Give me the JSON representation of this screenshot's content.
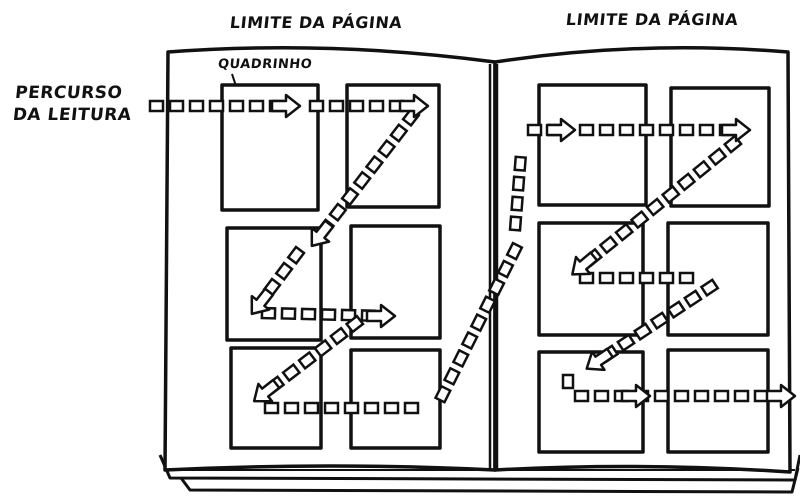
{
  "labels": {
    "page_limit_left": "LIMITE DA PÁGINA",
    "page_limit_right": "LIMITE DA PÁGINA",
    "panel": "QUADRINHO",
    "reading_path_line1": "PERCURSO",
    "reading_path_line2": "DA LEITURA"
  },
  "colors": {
    "ink": "#111111",
    "paper": "#ffffff"
  }
}
